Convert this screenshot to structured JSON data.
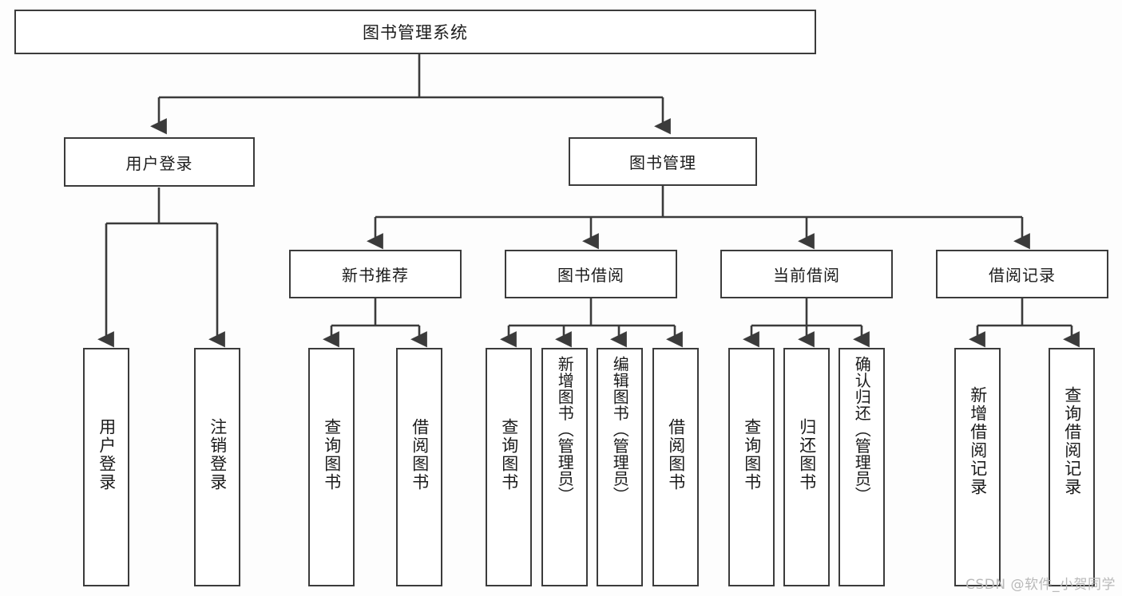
{
  "diagram": {
    "title": "图书管理系统",
    "type": "hierarchy-tree",
    "colors": {
      "background": "#fdfdfd",
      "node_fill": "#ffffff",
      "border": "#3b3b3b",
      "text": "#1b1b1b",
      "watermark": "#b9b9b9"
    },
    "root": {
      "label": "图书管理系统"
    },
    "level2": [
      {
        "label": "用户登录"
      },
      {
        "label": "图书管理"
      }
    ],
    "level3": [
      {
        "label": "新书推荐"
      },
      {
        "label": "图书借阅"
      },
      {
        "label": "当前借阅"
      },
      {
        "label": "借阅记录"
      }
    ],
    "leaves": {
      "user_login": [
        {
          "label": "用户登录"
        },
        {
          "label": "注销登录"
        }
      ],
      "new_book_recommend": [
        {
          "label": "查询图书"
        },
        {
          "label": "借阅图书"
        }
      ],
      "book_borrow": [
        {
          "label": "查询图书"
        },
        {
          "label": "新增图书（管理员）"
        },
        {
          "label": "编辑图书（管理员）"
        },
        {
          "label": "借阅图书"
        }
      ],
      "current_borrow": [
        {
          "label": "查询图书"
        },
        {
          "label": "归还图书"
        },
        {
          "label": "确认归还（管理员）"
        }
      ],
      "borrow_record": [
        {
          "label": "新增借阅记录"
        },
        {
          "label": "查询借阅记录"
        }
      ]
    }
  },
  "watermark": {
    "text": "CSDN @软件_小贺同学"
  }
}
